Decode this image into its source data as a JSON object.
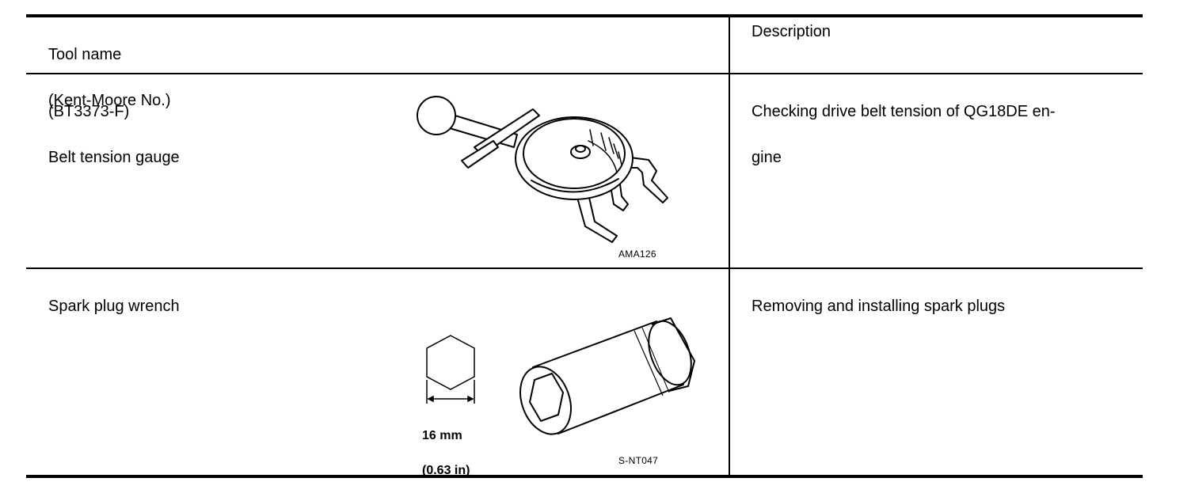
{
  "table": {
    "header": {
      "tool_name_line1": "Tool name",
      "tool_name_line2": "(Kent-Moore No.)",
      "description": "Description"
    },
    "rows": [
      {
        "tool_line1": "(BT3373-F)",
        "tool_line2": "Belt tension gauge",
        "description_line1": "Checking drive belt tension of QG18DE en-",
        "description_line2": "gine",
        "figure_code": "AMA126"
      },
      {
        "tool_line1": "Spark plug wrench",
        "description_line1": "Removing and installing spark plugs",
        "figure_code": "S-NT047",
        "dimension_line1": "16 mm",
        "dimension_line2": "(0.63 in)"
      }
    ]
  }
}
